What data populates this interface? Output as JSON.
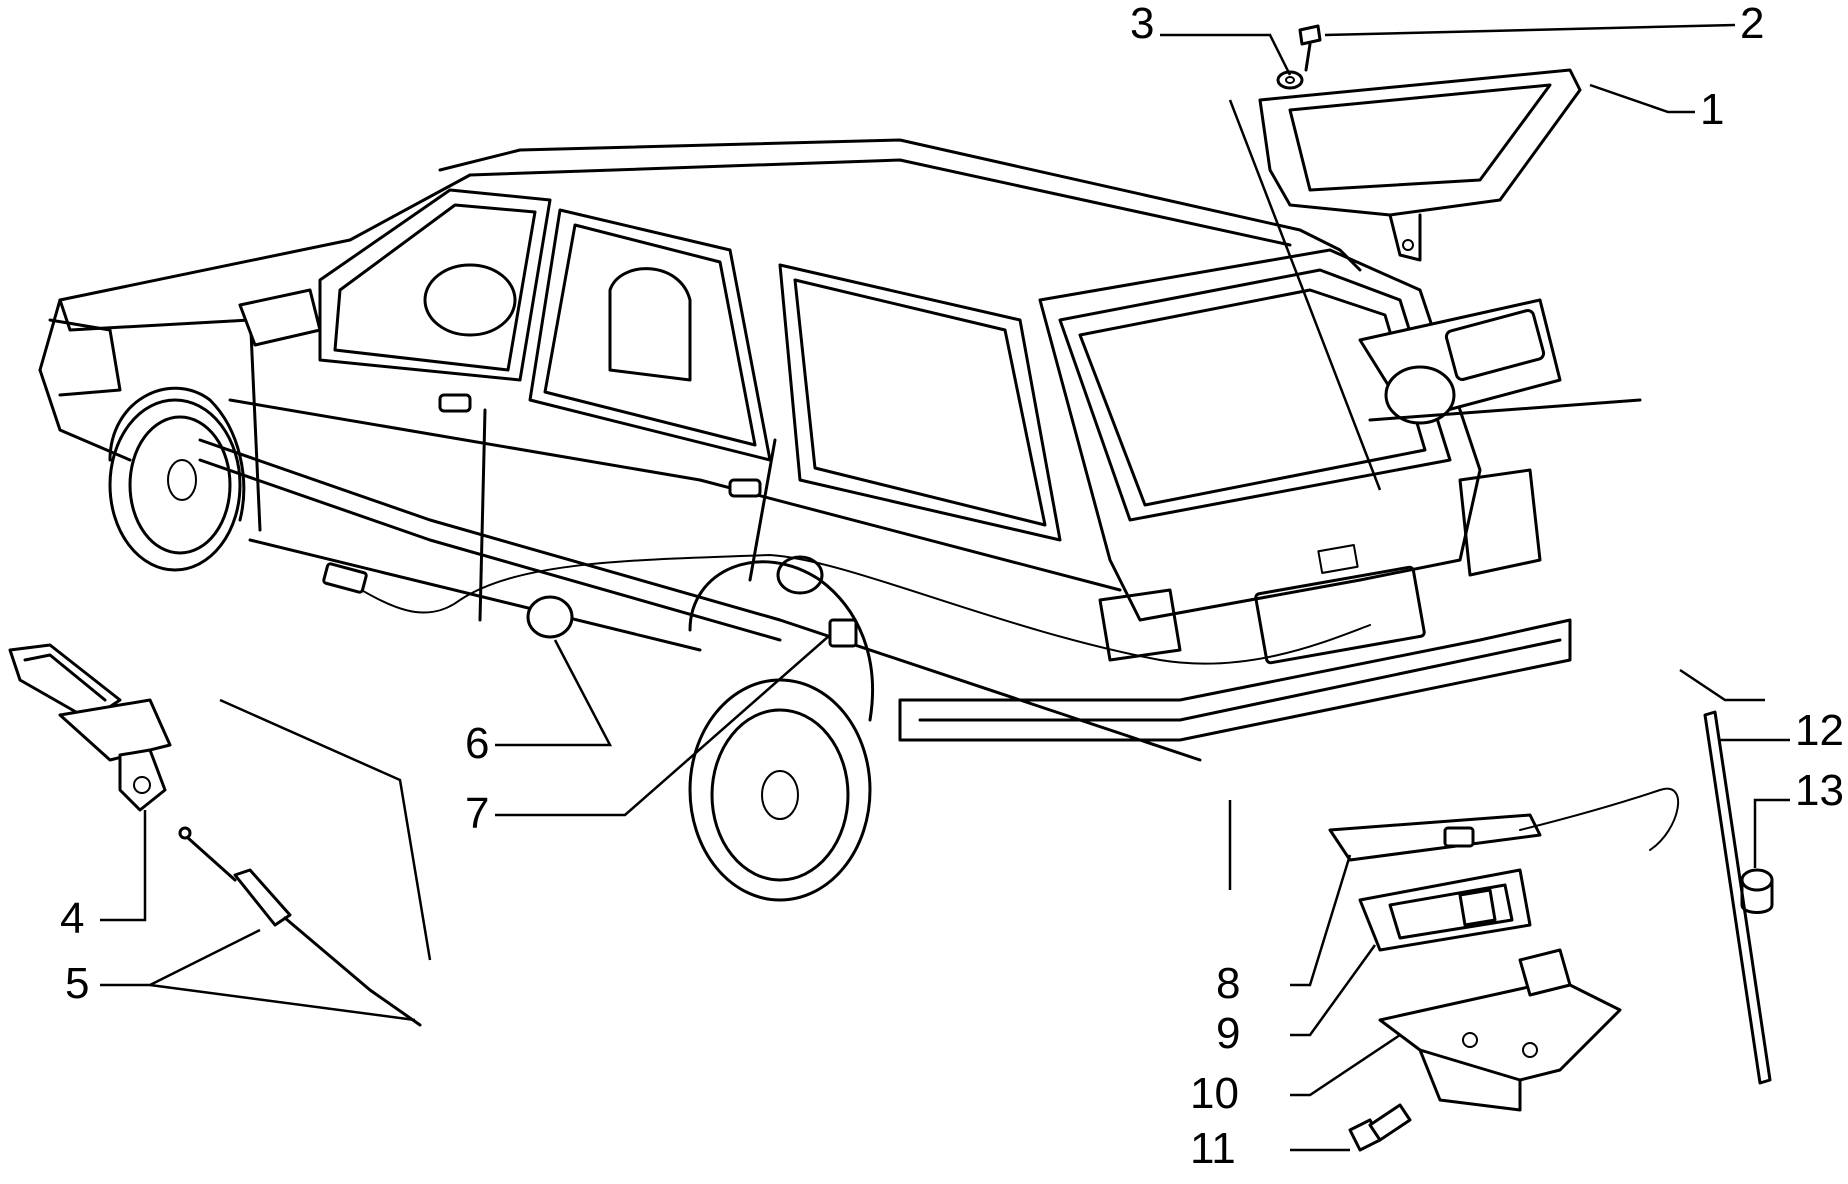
{
  "diagram": {
    "callouts": [
      {
        "id": "1",
        "label": "1"
      },
      {
        "id": "2",
        "label": "2"
      },
      {
        "id": "3",
        "label": "3"
      },
      {
        "id": "4",
        "label": "4"
      },
      {
        "id": "5",
        "label": "5"
      },
      {
        "id": "6",
        "label": "6"
      },
      {
        "id": "7",
        "label": "7"
      },
      {
        "id": "8",
        "label": "8"
      },
      {
        "id": "9",
        "label": "9"
      },
      {
        "id": "10",
        "label": "10"
      },
      {
        "id": "11",
        "label": "11"
      },
      {
        "id": "12",
        "label": "12"
      },
      {
        "id": "13",
        "label": "13"
      }
    ],
    "colors": {
      "ink": "#000000",
      "paper": "#ffffff"
    }
  }
}
